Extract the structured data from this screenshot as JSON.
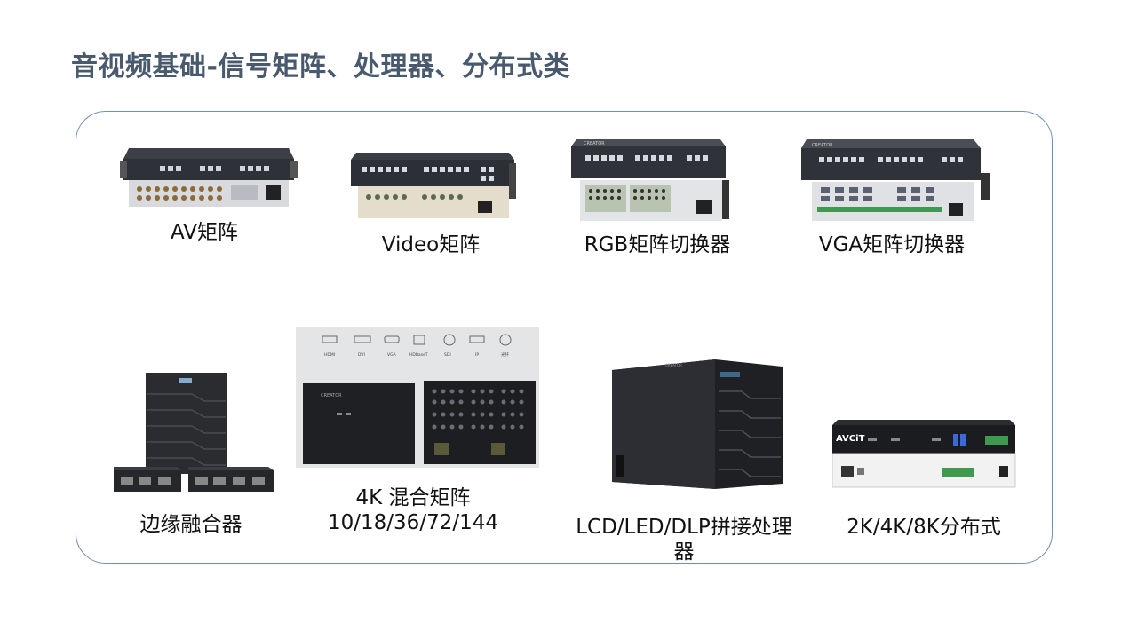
{
  "page": {
    "title": "音视频基础-信号矩阵、处理器、分布式类"
  },
  "products": [
    {
      "label": "AV矩阵",
      "icon": "av-matrix-device"
    },
    {
      "label": "Video矩阵",
      "icon": "video-matrix-device"
    },
    {
      "label": "RGB矩阵切换器",
      "icon": "rgb-matrix-switcher-device"
    },
    {
      "label": "VGA矩阵切换器",
      "icon": "vga-matrix-switcher-device"
    },
    {
      "label": "边缘融合器",
      "icon": "edge-blending-device"
    },
    {
      "label_line1": "4K 混合矩阵",
      "label_line2": "10/18/36/72/144",
      "icon": "hybrid-matrix-device"
    },
    {
      "label_line1": "LCD/LED/DLP拼接处理",
      "label_line2": "器",
      "icon": "splicing-processor-device"
    },
    {
      "label": "2K/4K/8K分布式",
      "icon": "distributed-device"
    }
  ],
  "interface_icons": [
    "HDMI",
    "DVI",
    "VGA",
    "HDBaseT",
    "SDI",
    "IP",
    "光纤"
  ]
}
